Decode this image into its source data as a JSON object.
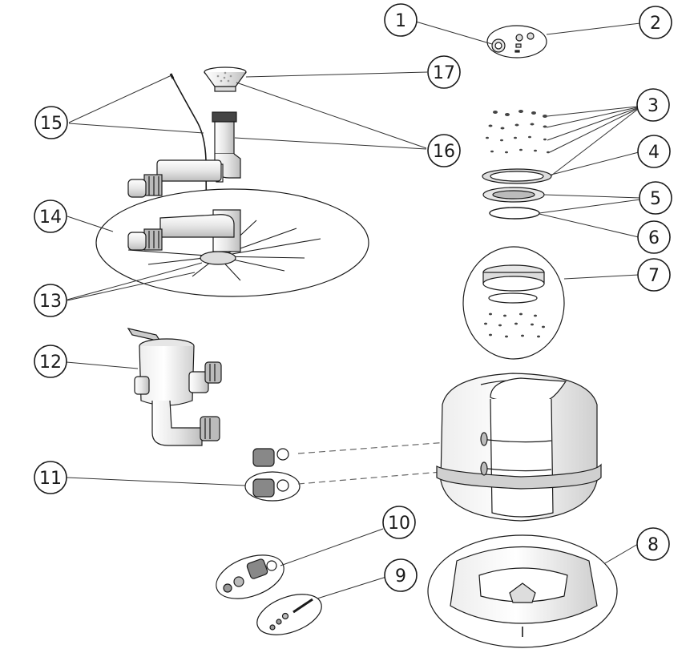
{
  "diagram": {
    "callouts": [
      {
        "id": "c1",
        "label": "1"
      },
      {
        "id": "c2",
        "label": "2"
      },
      {
        "id": "c3",
        "label": "3"
      },
      {
        "id": "c4",
        "label": "4"
      },
      {
        "id": "c5",
        "label": "5"
      },
      {
        "id": "c6",
        "label": "6"
      },
      {
        "id": "c7",
        "label": "7"
      },
      {
        "id": "c8",
        "label": "8"
      },
      {
        "id": "c9",
        "label": "9"
      },
      {
        "id": "c10",
        "label": "10"
      },
      {
        "id": "c11",
        "label": "11"
      },
      {
        "id": "c12",
        "label": "12"
      },
      {
        "id": "c13",
        "label": "13"
      },
      {
        "id": "c14",
        "label": "14"
      },
      {
        "id": "c15",
        "label": "15"
      },
      {
        "id": "c16",
        "label": "16"
      },
      {
        "id": "c17",
        "label": "17"
      }
    ],
    "colors": {
      "stroke": "#1a1a1a",
      "shade": "#d9d9d9",
      "light": "#f2f2f2",
      "background": "#ffffff"
    }
  }
}
